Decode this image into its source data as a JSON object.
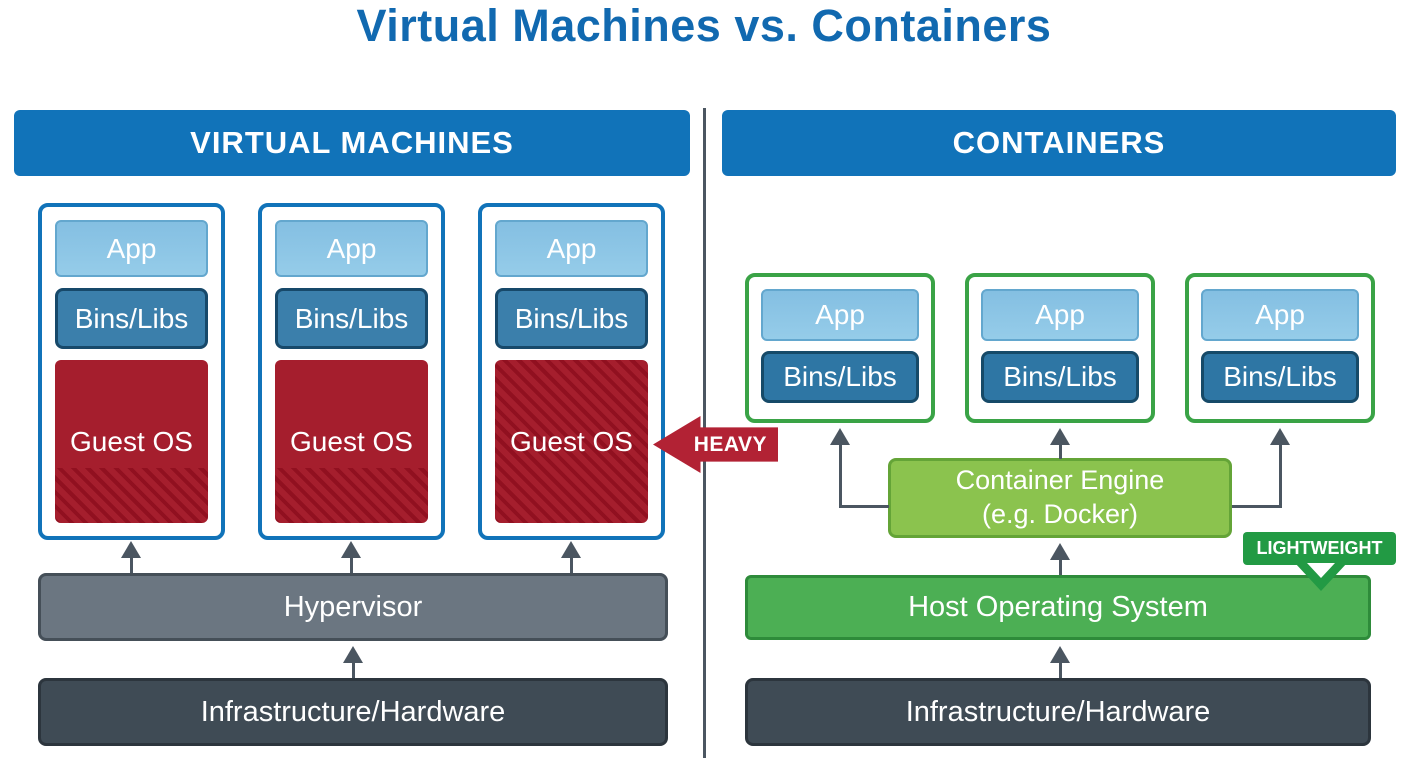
{
  "title": "Virtual Machines vs. Containers",
  "colors": {
    "title_blue": "#1169b0",
    "header_blue": "#1173b9",
    "app_blue": "#8cc5e6",
    "bins_blue": "#3b7fab",
    "guest_os_red": "#a51e2d",
    "heavy_red": "#b22234",
    "hypervisor_gray": "#6b7681",
    "infrastructure_slate": "#3f4b55",
    "container_border_green": "#3aa346",
    "engine_green": "#8bc34e",
    "host_os_green": "#4caf54",
    "lightweight_green": "#229a44",
    "arrow_gray": "#4b5661"
  },
  "vm_section": {
    "header": "VIRTUAL MACHINES",
    "stacks": [
      {
        "app": "App",
        "bins": "Bins/Libs",
        "os": "Guest OS"
      },
      {
        "app": "App",
        "bins": "Bins/Libs",
        "os": "Guest OS"
      },
      {
        "app": "App",
        "bins": "Bins/Libs",
        "os": "Guest OS"
      }
    ],
    "badge": "HEAVY",
    "hypervisor": "Hypervisor",
    "infrastructure": "Infrastructure/Hardware"
  },
  "containers_section": {
    "header": "CONTAINERS",
    "stacks": [
      {
        "app": "App",
        "bins": "Bins/Libs"
      },
      {
        "app": "App",
        "bins": "Bins/Libs"
      },
      {
        "app": "App",
        "bins": "Bins/Libs"
      }
    ],
    "engine_line1": "Container Engine",
    "engine_line2": "(e.g. Docker)",
    "badge": "LIGHTWEIGHT",
    "host_os": "Host Operating System",
    "infrastructure": "Infrastructure/Hardware"
  }
}
